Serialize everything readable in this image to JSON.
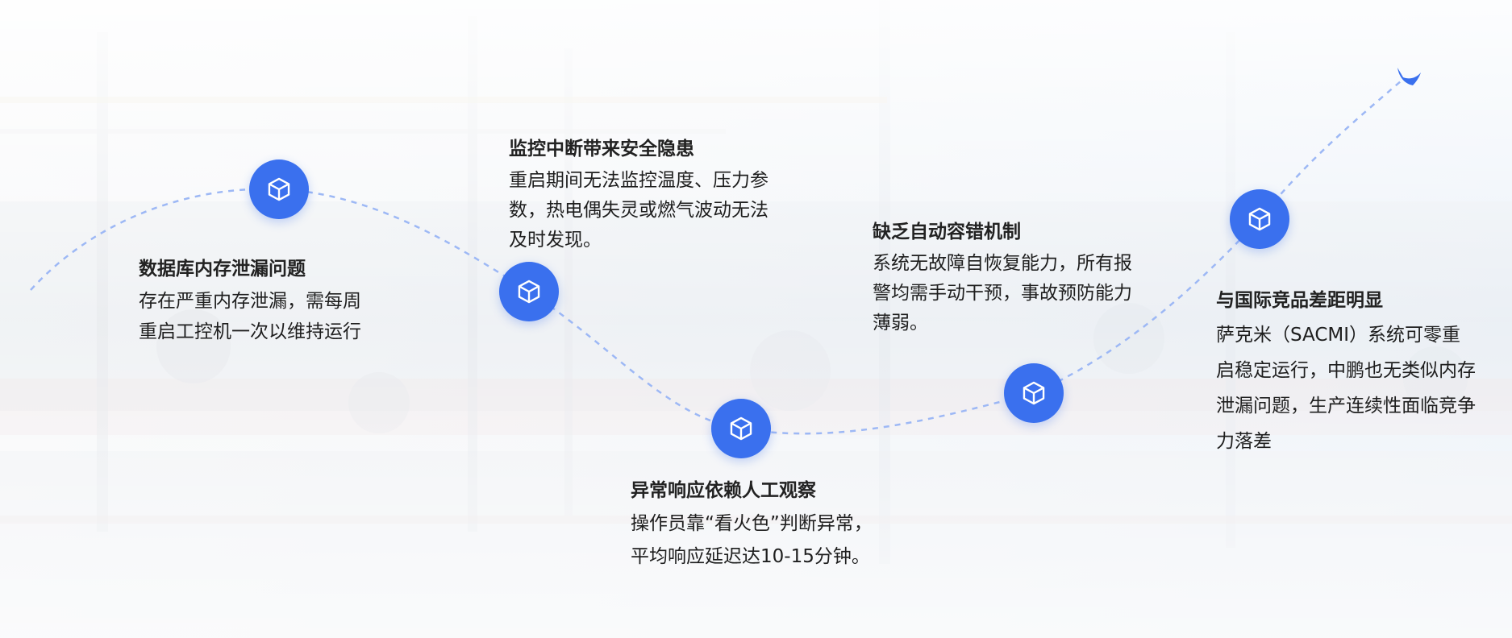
{
  "theme": {
    "accent": "#3a70ee",
    "curve": "#9db8f5",
    "text": "#1e1e1e"
  },
  "timeline": {
    "nodes": [
      {
        "icon": "cube-icon"
      },
      {
        "icon": "cube-icon"
      },
      {
        "icon": "cube-icon"
      },
      {
        "icon": "cube-icon"
      },
      {
        "icon": "cube-icon"
      }
    ],
    "items": [
      {
        "title": "数据库内存泄漏问题",
        "lines": [
          "存在严重内存泄漏，需每周",
          "重启工控机一次以维持运行"
        ]
      },
      {
        "title": "监控中断带来安全隐患",
        "lines": [
          "重启期间无法监控温度、压力参",
          "数，热电偶失灵或燃气波动无法",
          "及时发现。"
        ]
      },
      {
        "title": "异常响应依赖人工观察",
        "lines": [
          "操作员靠“看火色”判断异常，",
          "平均响应延迟达10-15分钟。"
        ]
      },
      {
        "title": "缺乏自动容错机制",
        "lines": [
          "系统无故障自恢复能力，所有报",
          "警均需手动干预，事故预防能力",
          "薄弱。"
        ]
      },
      {
        "title": "与国际竞品差距明显",
        "lines": [
          "萨克米（SACMI）系统可零重",
          "启稳定运行，中鹏也无类似内存",
          "泄漏问题，生产连续性面临竞争",
          "力落差"
        ]
      }
    ]
  }
}
